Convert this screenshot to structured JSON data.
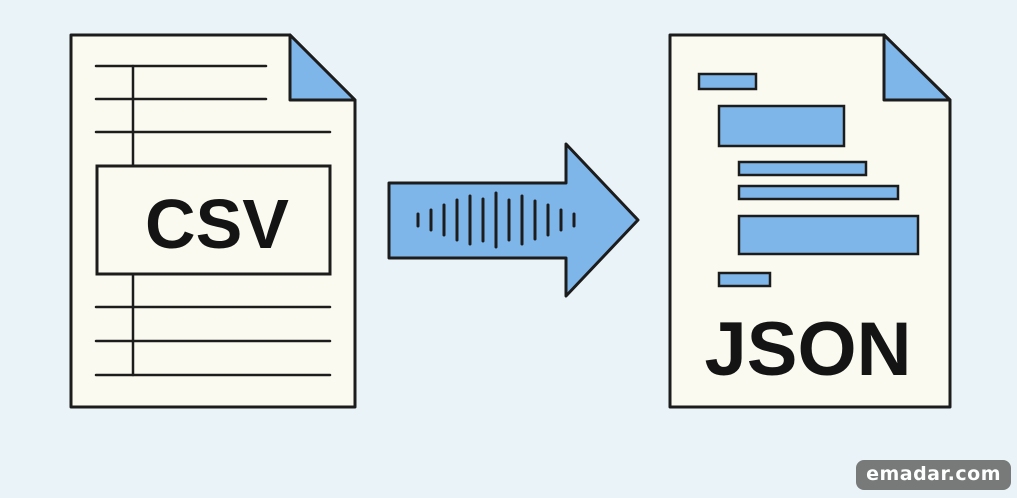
{
  "colors": {
    "background": "#eaf4f8",
    "paper": "#fbfaf0",
    "outline": "#1c1c1c",
    "accent": "#7fb6ea"
  },
  "diagram": {
    "source_label": "CSV",
    "target_label": "JSON",
    "source_icon": "csv-file-icon",
    "arrow_icon": "conversion-arrow-icon",
    "target_icon": "json-file-icon"
  },
  "watermark": {
    "text": "emadar.com"
  }
}
